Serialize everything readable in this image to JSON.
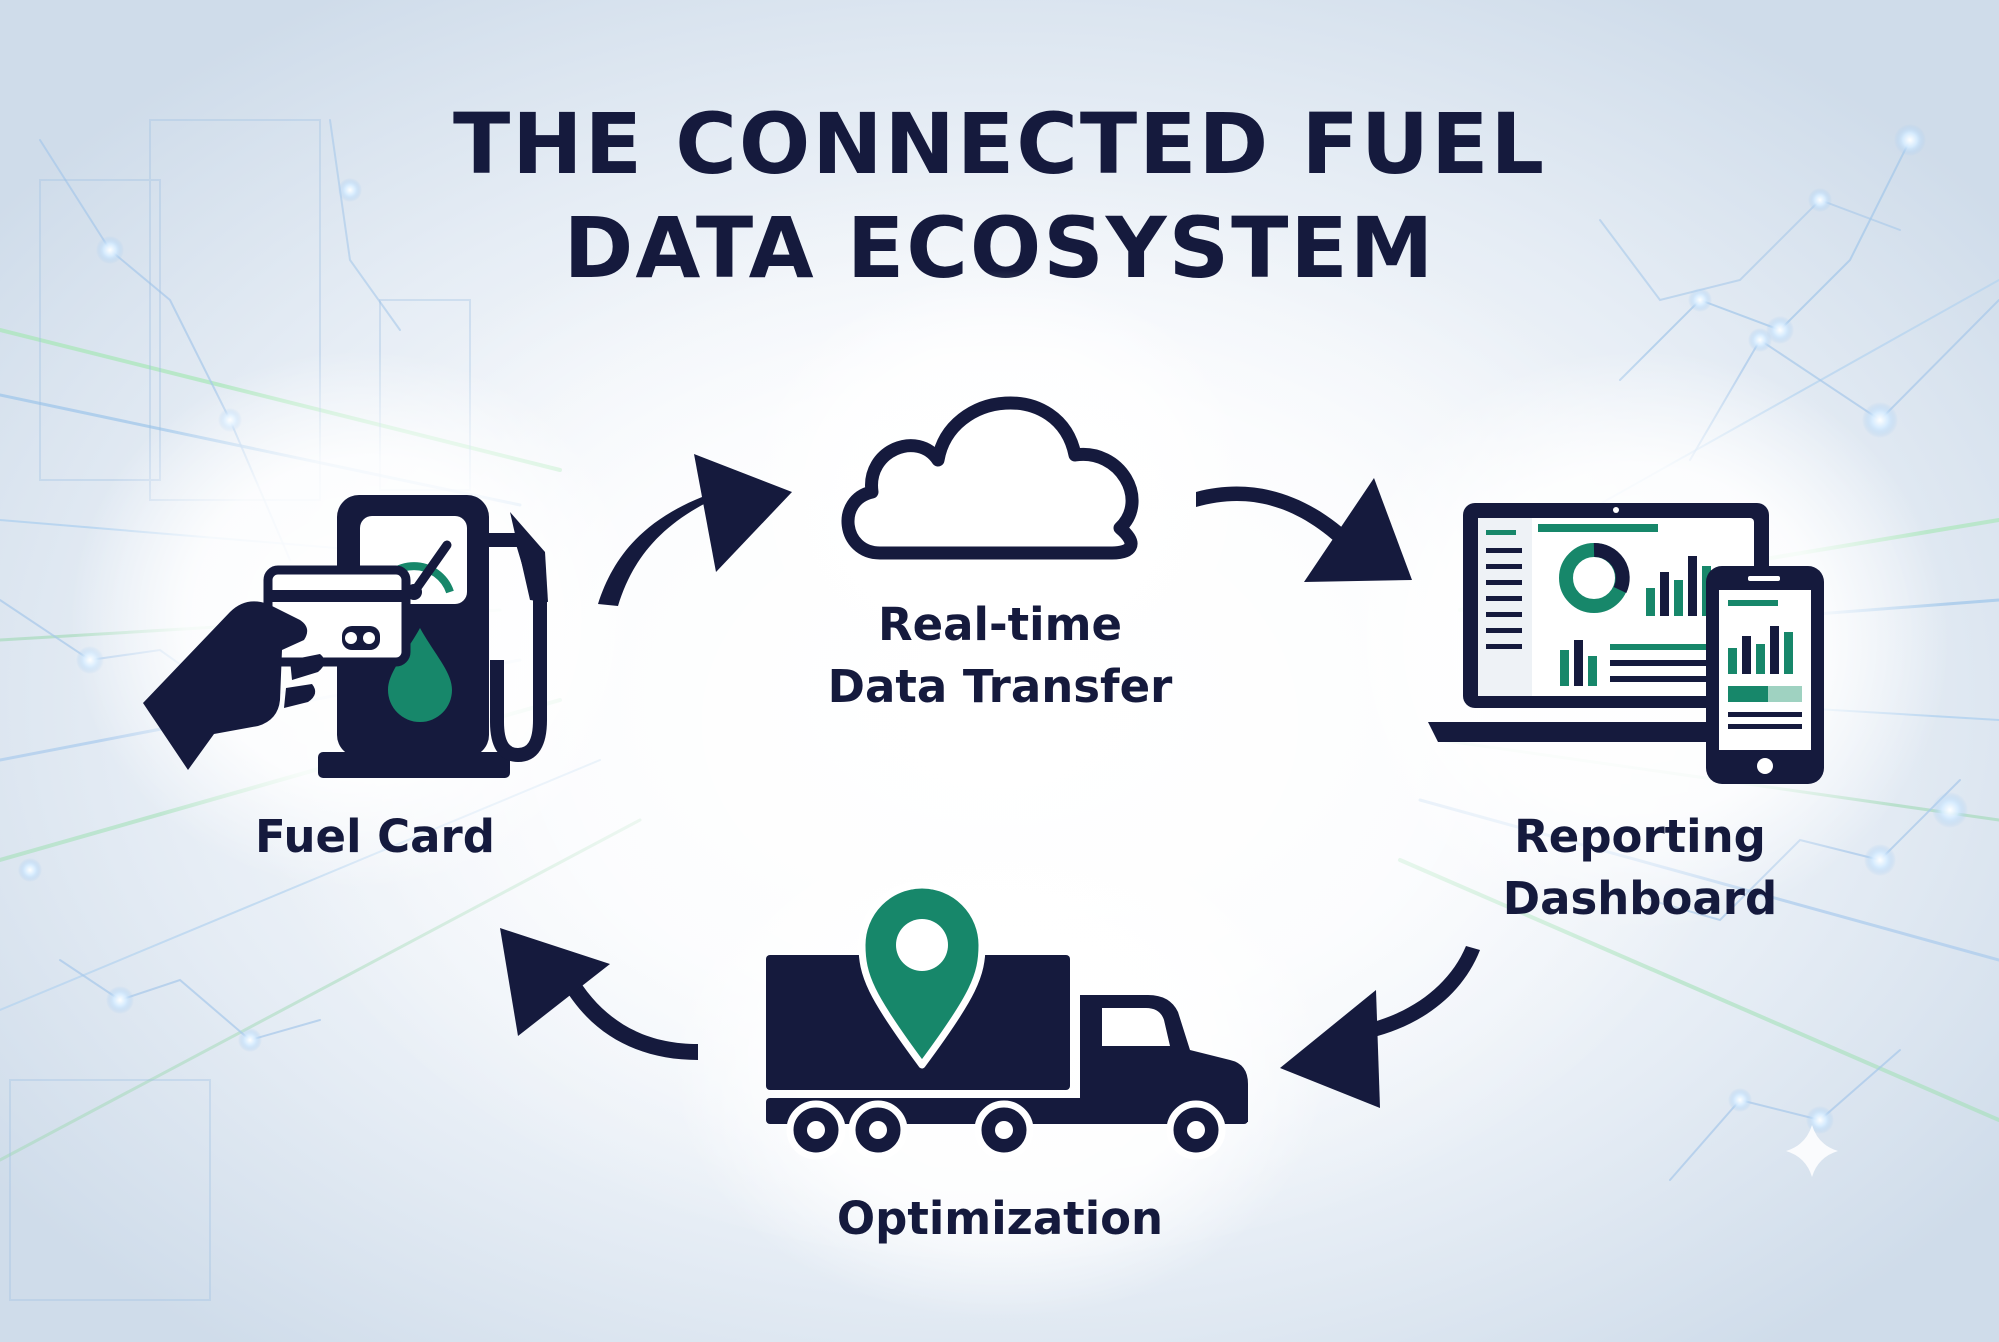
{
  "title": {
    "line1": "THE CONNECTED FUEL",
    "line2": "DATA ECOSYSTEM"
  },
  "nodes": [
    {
      "id": "fuel-card",
      "label": "Fuel Card",
      "icon": "fuel-pump-card-icon"
    },
    {
      "id": "real-time-data-transfer",
      "label_line1": "Real-time",
      "label_line2": "Data Transfer",
      "icon": "cloud-icon"
    },
    {
      "id": "reporting-dashboard",
      "label_line1": "Reporting",
      "label_line2": "Dashboard",
      "icon": "laptop-phone-dashboard-icon"
    },
    {
      "id": "optimization",
      "label": "Optimization",
      "icon": "truck-location-pin-icon"
    }
  ],
  "flow": [
    "Fuel Card",
    "Real-time Data Transfer",
    "Reporting Dashboard",
    "Optimization",
    "Fuel Card"
  ],
  "colors": {
    "navy": "#151a3d",
    "green": "#17876a",
    "background": "#eef3f8",
    "network_blue": "#8fb6e0",
    "network_green": "#8fe0a8"
  }
}
